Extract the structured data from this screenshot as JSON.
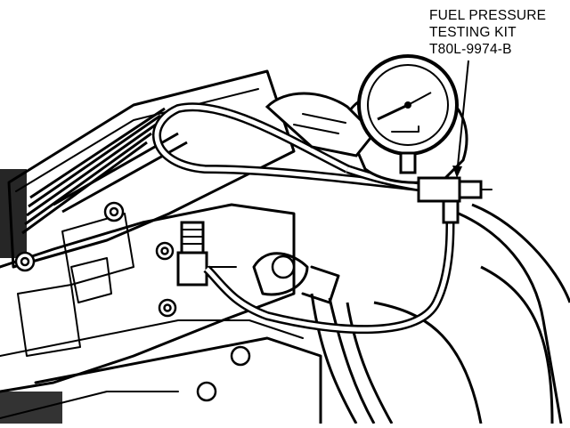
{
  "callout": {
    "lines": [
      "FUEL PRESSURE",
      "TESTING KIT",
      "T80L-9974-B"
    ]
  },
  "colors": {
    "ink": "#000000",
    "paper": "#ffffff"
  }
}
